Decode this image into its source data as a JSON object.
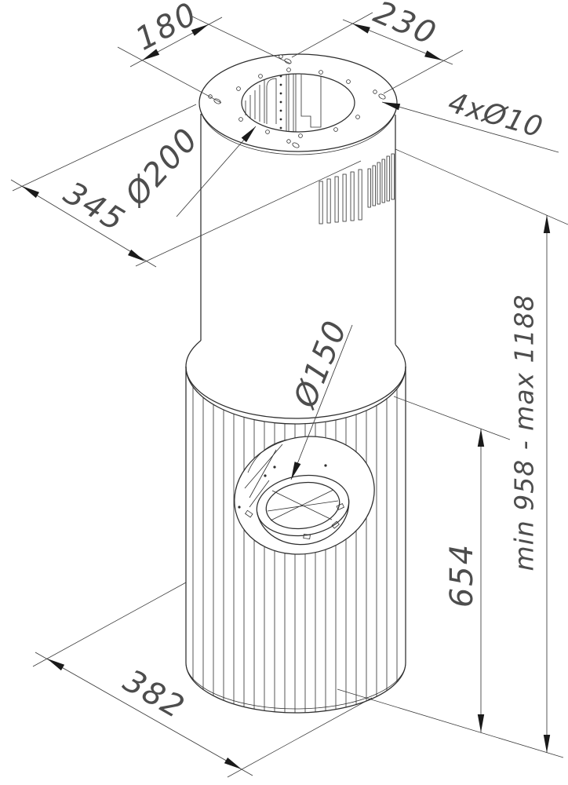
{
  "drawing": {
    "type": "isometric technical drawing of a cylindrical island cooker hood",
    "dimensions": {
      "hole_spacing_a": "180",
      "hole_spacing_b": "230",
      "mounting_holes": "4xØ10",
      "top_duct_diameter": "Ø200",
      "plate_diameter": "345",
      "side_duct_diameter": "Ø150",
      "body_height": "654",
      "overall_height": "min 958 - max 1188",
      "body_diameter": "382"
    },
    "colors": {
      "background": "#ffffff",
      "line": "#2d2d2d",
      "dimension_line": "#3a3a3a",
      "label_text": "#4d4d4d",
      "arrowhead": "#1a1a1a"
    }
  }
}
